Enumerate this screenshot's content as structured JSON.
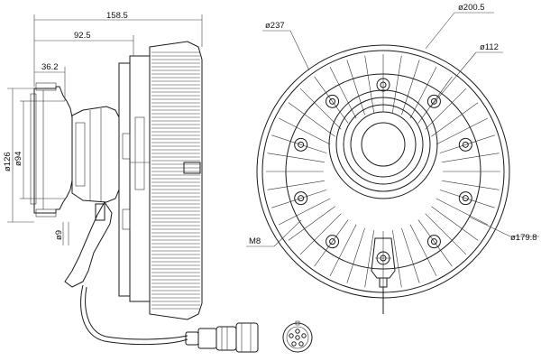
{
  "dimensions": {
    "overall_length": "158.5",
    "body_length": "92.5",
    "hub_length": "36.2",
    "flange_outer_dia": "ø126",
    "flange_inner_dia": "ø94",
    "pin_dia": "ø9",
    "outer_dia": "ø237",
    "bolt_circle_dia": "ø200.5",
    "center_dia": "ø112",
    "hole_circle_dia": "ø179.8",
    "thread": "M8"
  },
  "colors": {
    "line": "#1a1a1a",
    "background": "#ffffff"
  }
}
